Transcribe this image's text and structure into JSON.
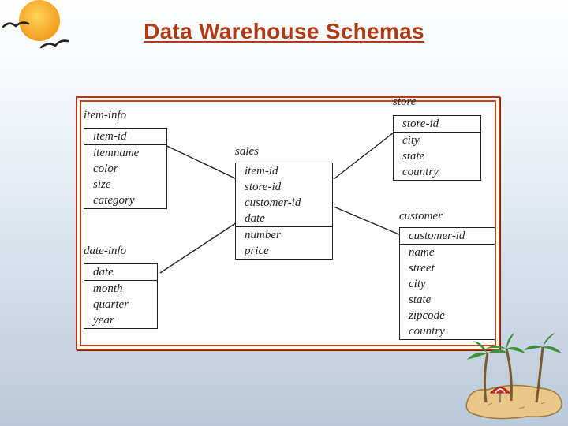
{
  "slide": {
    "title": "Data Warehouse Schemas"
  },
  "diagram": {
    "tables": {
      "item_info": {
        "name": "item-info",
        "key_fields": [
          "item-id"
        ],
        "fields": [
          "itemname",
          "color",
          "size",
          "category"
        ]
      },
      "date_info": {
        "name": "date-info",
        "key_fields": [
          "date"
        ],
        "fields": [
          "month",
          "quarter",
          "year"
        ]
      },
      "sales": {
        "name": "sales",
        "key_fields": [
          "item-id",
          "store-id",
          "customer-id",
          "date"
        ],
        "fields": [
          "number",
          "price"
        ]
      },
      "store": {
        "name": "store",
        "key_fields": [
          "store-id"
        ],
        "fields": [
          "city",
          "state",
          "country"
        ]
      },
      "customer": {
        "name": "customer",
        "key_fields": [
          "customer-id"
        ],
        "fields": [
          "name",
          "street",
          "city",
          "state",
          "zipcode",
          "country"
        ]
      }
    },
    "links": [
      {
        "from": "sales",
        "to": "item_info"
      },
      {
        "from": "sales",
        "to": "store"
      },
      {
        "from": "sales",
        "to": "customer"
      },
      {
        "from": "sales",
        "to": "date_info"
      }
    ]
  },
  "decor": {
    "logo_icon": "sun-with-birds-icon",
    "scene_icon": "beach-island-palms-icon"
  }
}
